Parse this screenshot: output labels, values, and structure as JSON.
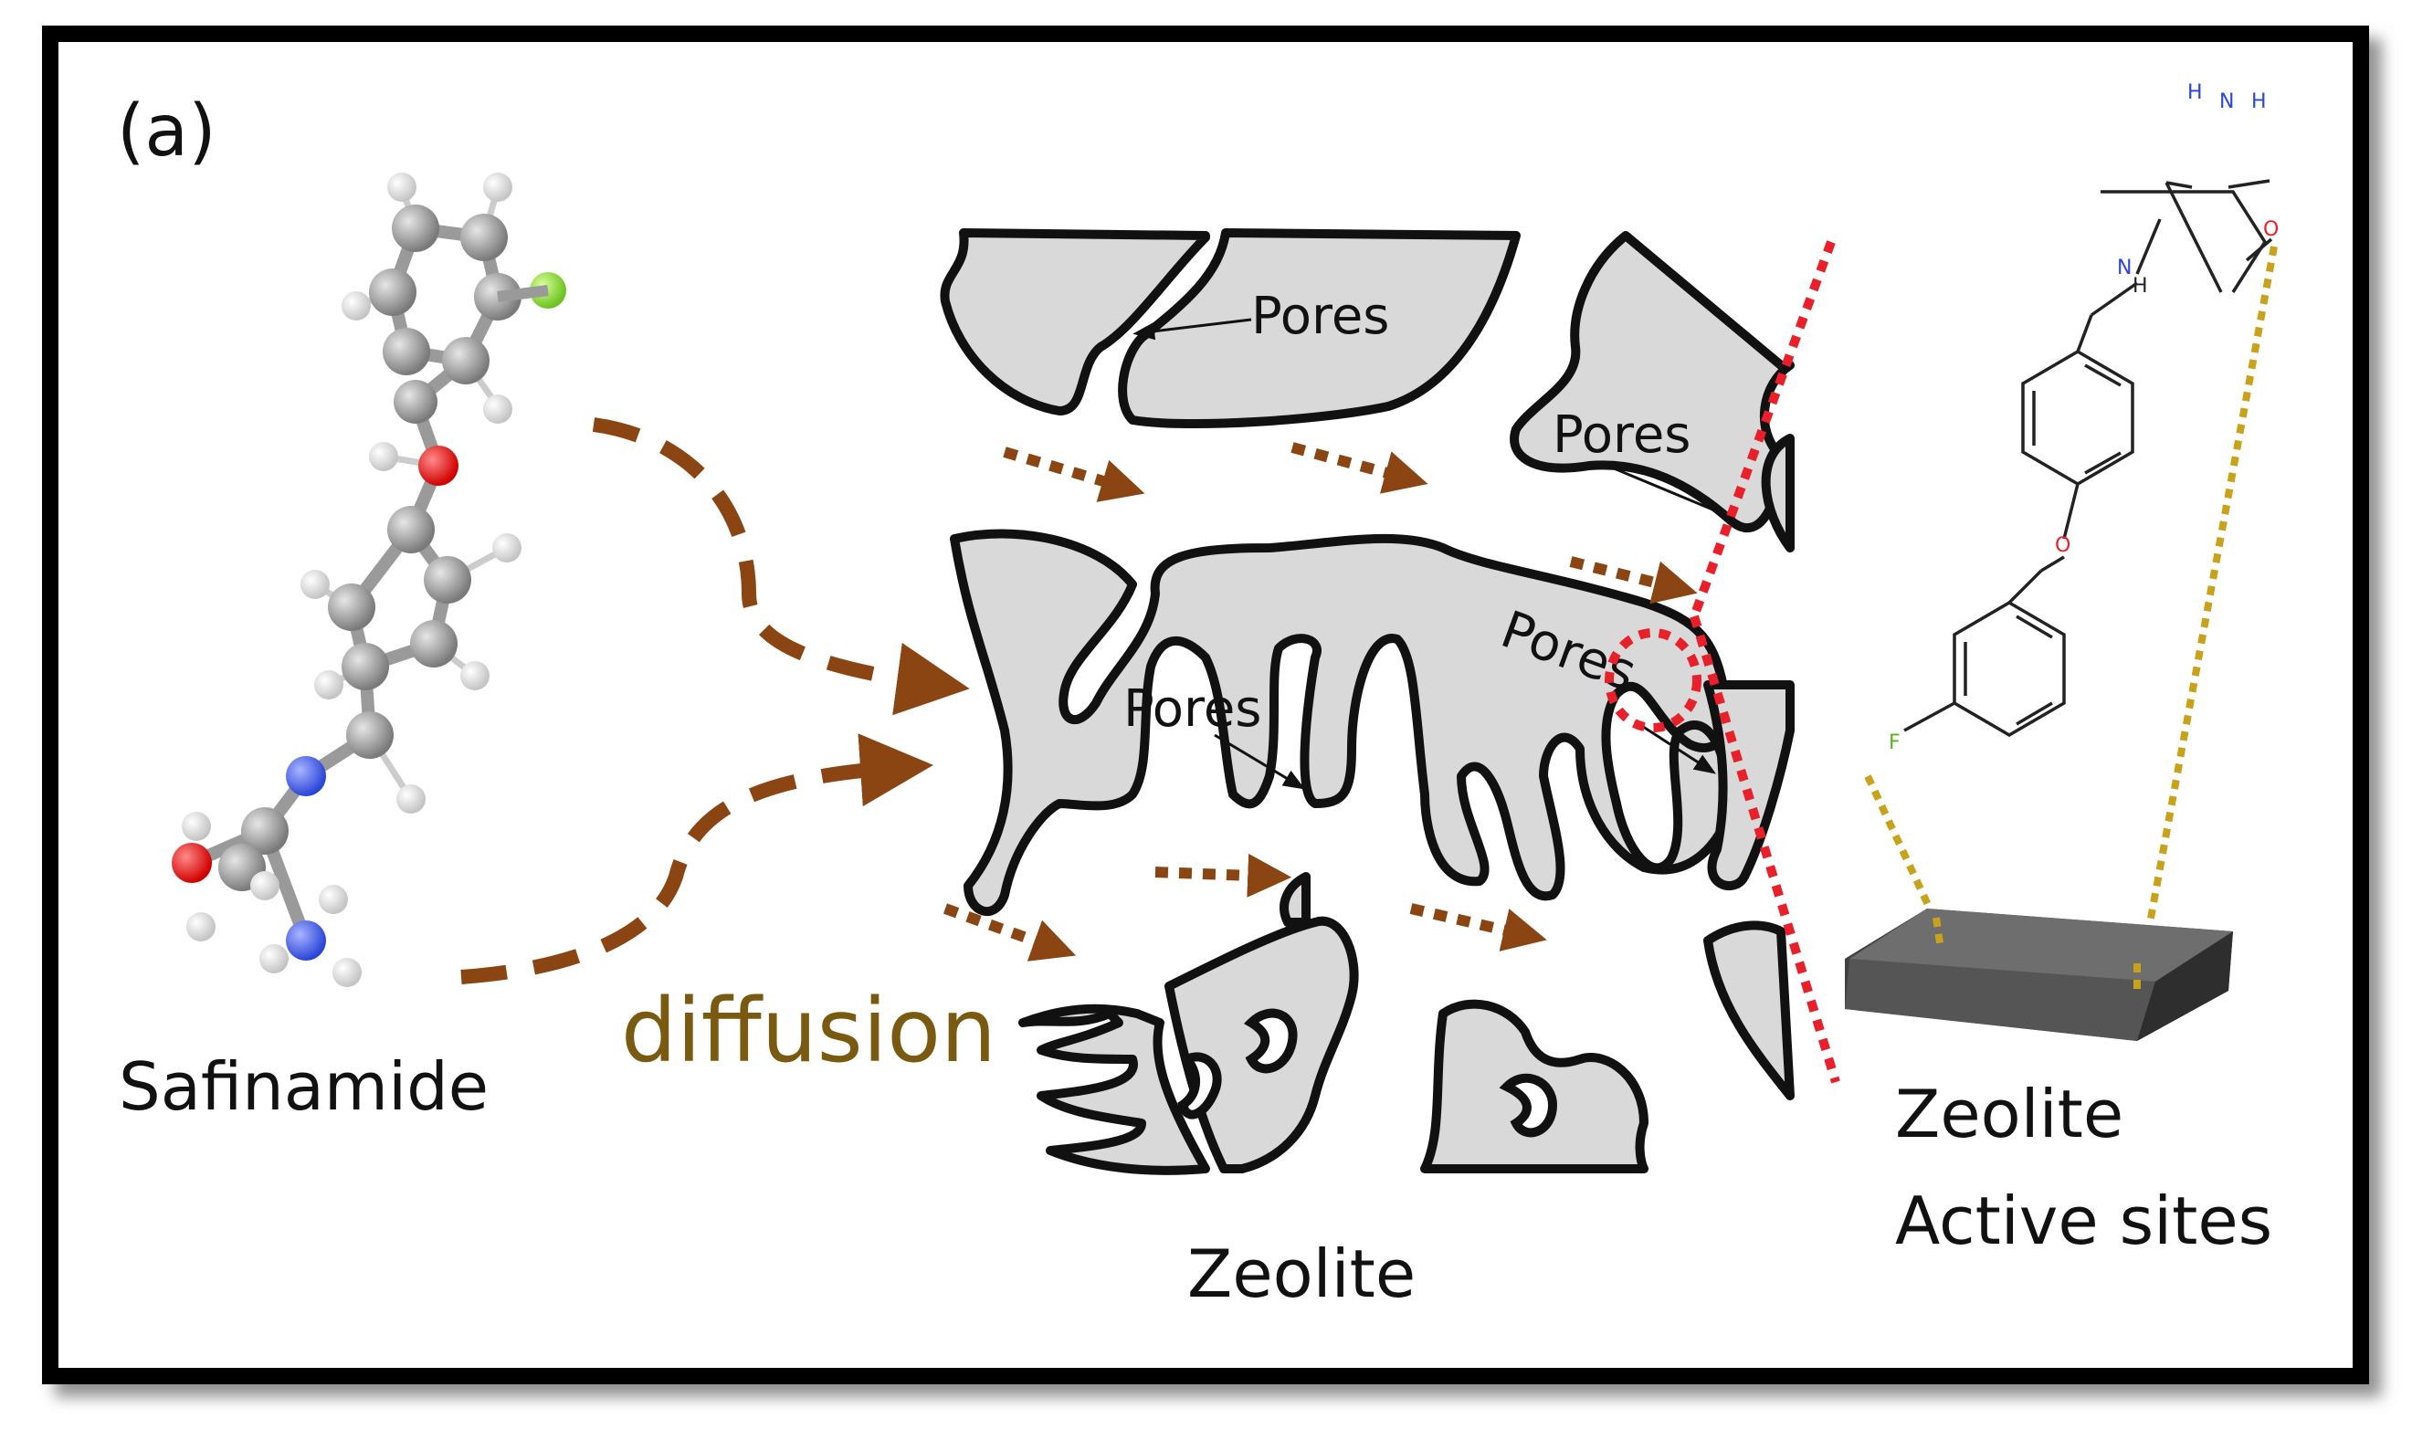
{
  "panel_label": "(a)",
  "molecule": {
    "name": "Safinamide"
  },
  "process": {
    "label": "diffusion",
    "color": "#7a5a10",
    "arrow_color": "#8b4513"
  },
  "zeolite": {
    "label": "Zeolite",
    "pore_labels": [
      "Pores",
      "Pores",
      "Pores",
      "Pores"
    ],
    "fill": "#d9d9d9",
    "outline": "#111111"
  },
  "active_sites": {
    "line1": "Zeolite",
    "line2": "Active sites",
    "boundary_color": "#e8202a",
    "bond_color": "#c8a21a"
  },
  "structure_atoms": {
    "nh2": "H",
    "nh2_n": "N",
    "nh2_h2": "H",
    "o": "O",
    "nh": "N",
    "nh_h": "H",
    "f": "F"
  }
}
